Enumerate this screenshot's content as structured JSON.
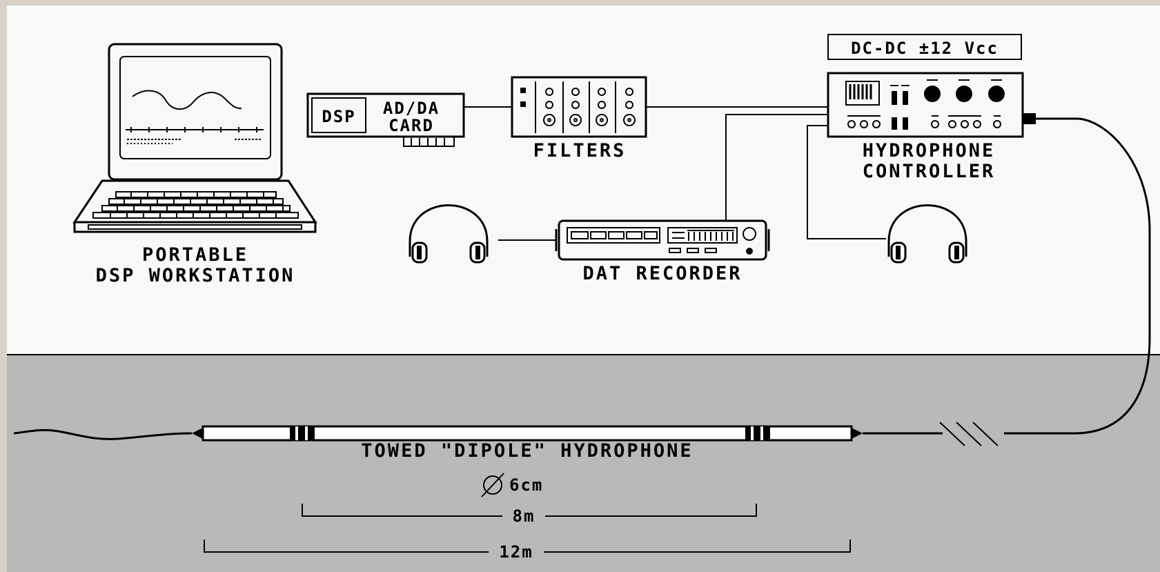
{
  "labels": {
    "workstation_line1": "PORTABLE",
    "workstation_line2": "DSP WORKSTATION",
    "card_dsp": "DSP",
    "card_line1": "AD/DA",
    "card_line2": "CARD",
    "filters": "FILTERS",
    "dcdc": "DC-DC ±12 Vcc",
    "controller_line1": "HYDROPHONE",
    "controller_line2": "CONTROLLER",
    "dat_recorder": "DAT RECORDER",
    "towed": "TOWED \"DIPOLE\" HYDROPHONE",
    "diameter": "6cm",
    "dim_inner": "8m",
    "dim_outer": "12m"
  },
  "colors": {
    "background": "#d8d1ca",
    "panel": "#f8f8f6",
    "water": "#b9b9b9",
    "ink": "#000000"
  }
}
